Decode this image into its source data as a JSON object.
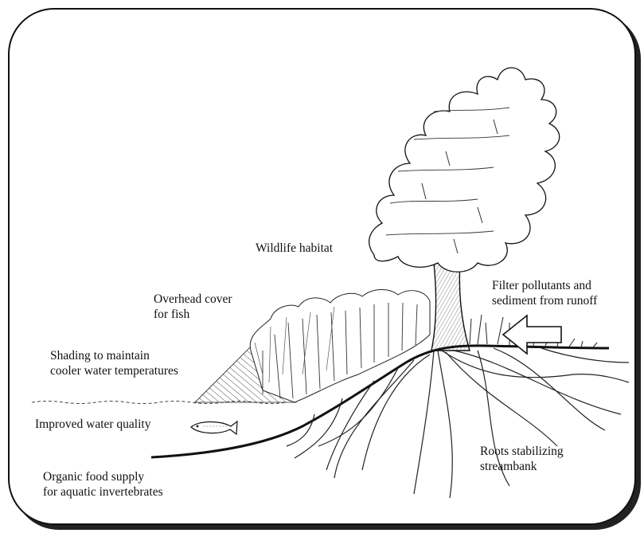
{
  "labels": {
    "wildlife_habitat": "Wildlife habitat",
    "overhead_cover": "Overhead cover\nfor fish",
    "filter_pollutants": "Filter pollutants and\nsediment from runoff",
    "shading": "Shading to maintain\ncooler water temperatures",
    "water_quality": "Improved water quality",
    "organic_food": "Organic food supply\nfor aquatic invertebrates",
    "roots": "Roots stabilizing\nstreambank"
  }
}
